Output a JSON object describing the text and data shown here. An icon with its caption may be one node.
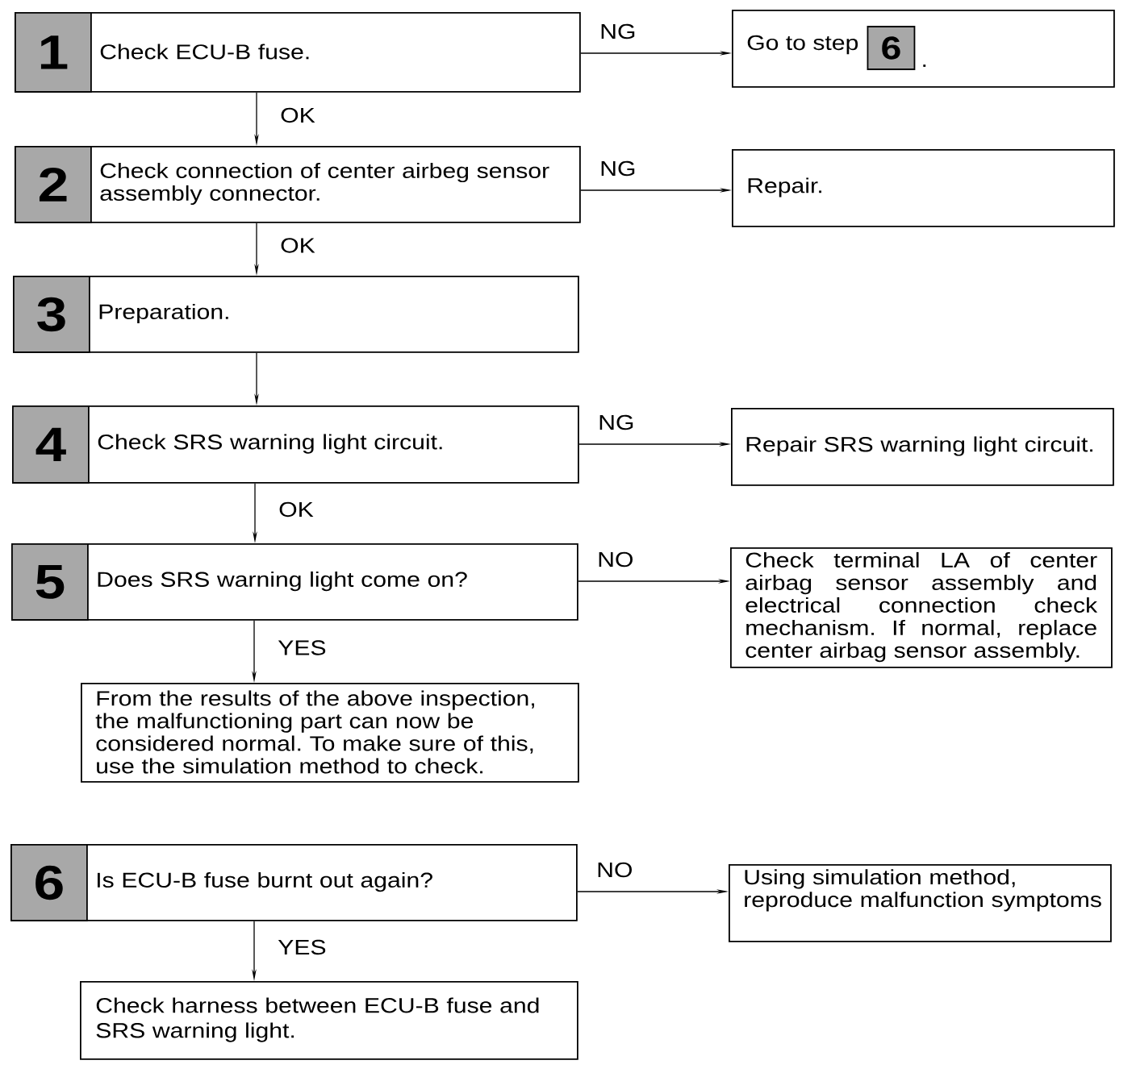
{
  "diagram": {
    "nodes": [
      {
        "text": [
          "Check ECU-B fuse."
        ]
      },
      {
        "text": [
          "1"
        ],
        "in": 0
      },
      {
        "text": [
          "Go to step",
          "."
        ]
      },
      {
        "text": [
          "6"
        ],
        "in": 2
      },
      {
        "text": [
          "Check connection of center airbeg sensor assembly connector."
        ]
      },
      {
        "text": [
          "2"
        ],
        "in": 4
      },
      {
        "text": [
          "Repair."
        ]
      },
      {
        "text": [
          "Preparation."
        ]
      },
      {
        "text": [
          "3"
        ],
        "in": 7
      },
      {
        "text": [
          "Check SRS warning light circuit."
        ]
      },
      {
        "text": [
          "4"
        ],
        "in": 9
      },
      {
        "text": [
          "Repair SRS warning light circuit."
        ]
      },
      {
        "text": [
          "Does SRS warning light come on?"
        ]
      },
      {
        "text": [
          "5"
        ],
        "in": 12
      },
      {
        "text": [
          "Check terminal LA of center airbag sensor assembly and electrical connection check mechanism. If normal, replace center airbag sensor assembly."
        ]
      },
      {
        "text": [
          "From the results of the above inspection, the malfunctioning part can now be considered normal. To make sure of this, use the simulation method to check."
        ]
      },
      {
        "text": [
          "Is ECU-B fuse burnt out again?"
        ]
      },
      {
        "text": [
          "6"
        ],
        "in": 16
      },
      {
        "text": [
          "Using simulation method, reproduce malfunction symptoms"
        ]
      },
      {
        "text": [
          "Check harness between ECU-B fuse and SRS warning light."
        ]
      }
    ],
    "edges": [
      {
        "from": 0,
        "to": 2,
        "arrow": "to",
        "label": "NG"
      },
      {
        "from": 0,
        "to": 4,
        "arrow": "to",
        "label": "OK"
      },
      {
        "from": 4,
        "to": 6,
        "arrow": "to",
        "label": "NG"
      },
      {
        "from": 4,
        "to": 7,
        "arrow": "to",
        "label": "OK"
      },
      {
        "from": 7,
        "to": 9,
        "arrow": "to"
      },
      {
        "from": 9,
        "to": 11,
        "arrow": "to",
        "label": "NG"
      },
      {
        "from": 9,
        "to": 12,
        "arrow": "to",
        "label": "OK"
      },
      {
        "from": 12,
        "to": 14,
        "arrow": "to",
        "label": "NO"
      },
      {
        "from": 12,
        "to": 15,
        "arrow": "to",
        "label": "YES"
      },
      {
        "from": 16,
        "to": 18,
        "arrow": "to",
        "label": "NO"
      },
      {
        "from": 16,
        "to": 19,
        "arrow": "to",
        "label": "YES"
      }
    ]
  }
}
